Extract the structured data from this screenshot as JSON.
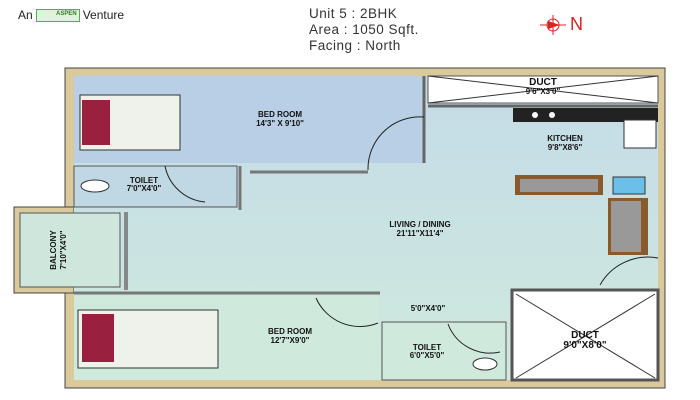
{
  "header": {
    "brand_prefix": "An",
    "logo_text": "ASPEN",
    "brand_suffix": "Venture",
    "unit": "Unit 5 : 2BHK",
    "area": "Area : 1050 Sqft.",
    "facing": "Facing : North",
    "north_label": "N"
  },
  "rooms": {
    "bedroom1": {
      "name": "BED ROOM",
      "size": "14'3\" X 9'10\""
    },
    "duct1": {
      "name": "DUCT",
      "size": "9'6\"X3'0\""
    },
    "kitchen": {
      "name": "KITCHEN",
      "size": "9'8\"X8'6\""
    },
    "toilet1": {
      "name": "TOILET",
      "size": "7'0\"X4'0\""
    },
    "living": {
      "name": "LIVING / DINING",
      "size": "21'11\"X11'4\""
    },
    "balcony": {
      "name": "BALCONY",
      "size": "7'10\"X4'0\""
    },
    "passage": {
      "size": "5'0\"X4'0\""
    },
    "bedroom2": {
      "name": "BED ROOM",
      "size": "12'7\"X9'0\""
    },
    "toilet2": {
      "name": "TOILET",
      "size": "6'0\"X5'0\""
    },
    "duct2": {
      "name": "DUCT",
      "size": "9'0\"X8'0\""
    }
  },
  "colors": {
    "wall": "#d9c99b",
    "bedroom": "#b8cfe6",
    "living": "#cfe8e0",
    "compass": "#e02020"
  }
}
